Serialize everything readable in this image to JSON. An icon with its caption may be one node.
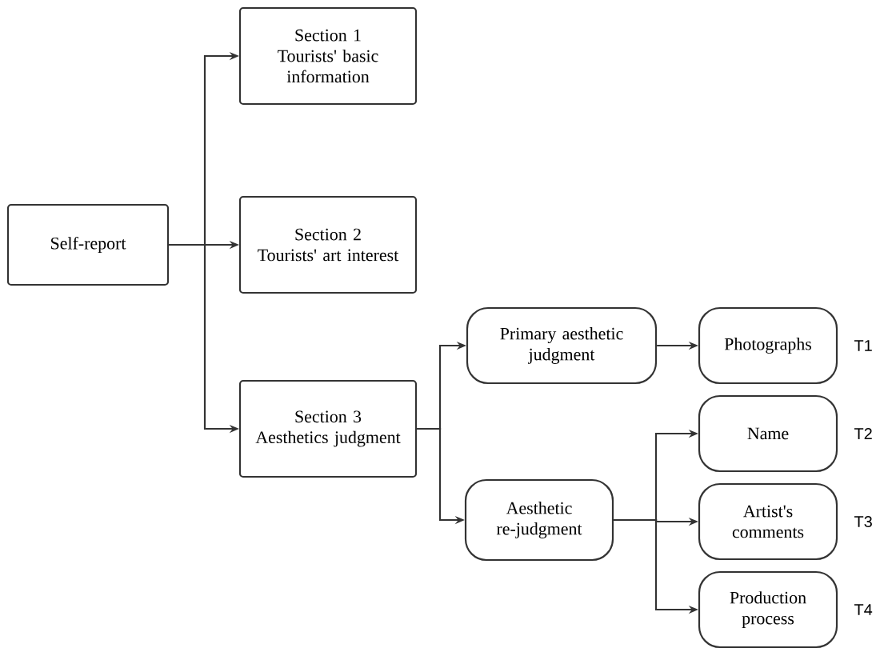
{
  "diagram": {
    "nodes": [
      {
        "text": [
          "Self-report"
        ]
      },
      {
        "text": [
          "Section 1",
          "Tourists' basic information"
        ]
      },
      {
        "text": [
          "Section 2",
          "Tourists' art interest"
        ]
      },
      {
        "text": [
          "Section 3",
          "Aesthetics judgment"
        ]
      },
      {
        "text": [
          "Primary aesthetic judgment"
        ]
      },
      {
        "text": [
          "Aesthetic re-judgment"
        ]
      },
      {
        "text": [
          "Photographs"
        ],
        "beside": [
          "T1"
        ]
      },
      {
        "text": [
          "Name"
        ],
        "beside": [
          "T2"
        ]
      },
      {
        "text": [
          "Artist's comments"
        ],
        "beside": [
          "T3"
        ]
      },
      {
        "text": [
          "Production process"
        ],
        "beside": [
          "T4"
        ]
      }
    ],
    "edges": [
      {
        "from": 0,
        "to": 1,
        "arrow": "to"
      },
      {
        "from": 0,
        "to": 2,
        "arrow": "to"
      },
      {
        "from": 0,
        "to": 3,
        "arrow": "to"
      },
      {
        "from": 3,
        "to": 4,
        "arrow": "to"
      },
      {
        "from": 3,
        "to": 5,
        "arrow": "to"
      },
      {
        "from": 4,
        "to": 6,
        "arrow": "to"
      },
      {
        "from": 5,
        "to": 7,
        "arrow": "to"
      },
      {
        "from": 5,
        "to": 8,
        "arrow": "to"
      },
      {
        "from": 5,
        "to": 9,
        "arrow": "to"
      }
    ]
  }
}
